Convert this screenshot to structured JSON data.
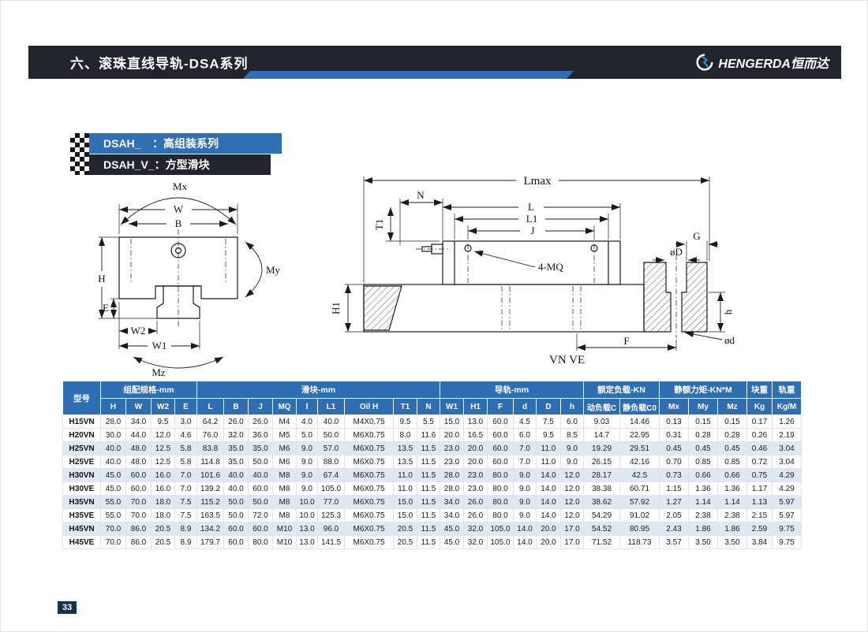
{
  "colors": {
    "accent_blue": "#2f6fb6",
    "dark_banner": "#22242c",
    "table_header_blue": "#2e6fb4",
    "row_shade": "#dfe8f3"
  },
  "header": {
    "title": "六、滚珠直线导轨-DSA系列",
    "logo": "HENGERDA恒而达"
  },
  "series": [
    {
      "code": "DSAH_",
      "desc": "：高组装系列"
    },
    {
      "code": "DSAH_V_",
      "desc": "：方型滑块"
    }
  ],
  "diagram": {
    "front": {
      "mx": "Mx",
      "w": "W",
      "b": "B",
      "h_dim": "H",
      "e": "E",
      "w2": "W2",
      "w1": "W1",
      "my": "My",
      "mz": "Mz"
    },
    "side": {
      "lmax": "Lmax",
      "n": "N",
      "t1": "T1",
      "l": "L",
      "l1": "L1",
      "j": "J",
      "mq": "4-MQ",
      "g": "G",
      "d_top": "øD",
      "h_small": "h",
      "h1": "H1",
      "d_bottom": "ød",
      "f": "F",
      "caption": "VN VE"
    }
  },
  "table": {
    "model_header": "型号",
    "groups": [
      {
        "label": "组配规格-mm",
        "cols": [
          "H",
          "W",
          "W2",
          "E"
        ]
      },
      {
        "label": "滑块-mm",
        "cols": [
          "L",
          "B",
          "J",
          "MQ",
          "l",
          "L1",
          "Oil H",
          "T1",
          "N"
        ]
      },
      {
        "label": "导轨-mm",
        "cols": [
          "W1",
          "H1",
          "F",
          "d",
          "D",
          "h"
        ]
      },
      {
        "label": "额定负载-KN",
        "cols": [
          "动负载C",
          "静负载C0"
        ]
      },
      {
        "label": "静额力矩-KN*M",
        "cols": [
          "Mx",
          "My",
          "Mz"
        ]
      },
      {
        "label": "块重",
        "cols": [
          "Kg"
        ]
      },
      {
        "label": "轨重",
        "cols": [
          "Kg/M"
        ]
      }
    ],
    "rows": [
      {
        "model": "H15VN",
        "values": [
          "28.0",
          "34.0",
          "9.5",
          "3.0",
          "64.2",
          "26.0",
          "26.0",
          "M4",
          "4.0",
          "40.0",
          "M4X0.75",
          "9.5",
          "5.5",
          "15.0",
          "13.0",
          "60.0",
          "4.5",
          "7.5",
          "6.0",
          "9.03",
          "14.46",
          "0.13",
          "0.15",
          "0.15",
          "0.17",
          "1.26"
        ]
      },
      {
        "model": "H20VN",
        "values": [
          "30.0",
          "44.0",
          "12.0",
          "4.6",
          "76.0",
          "32.0",
          "36.0",
          "M5",
          "5.0",
          "50.0",
          "M6X0.75",
          "8.0",
          "11.6",
          "20.0",
          "16.5",
          "60.0",
          "6.0",
          "9.5",
          "8.5",
          "14.7",
          "22.95",
          "0.31",
          "0.28",
          "0.28",
          "0.26",
          "2.19"
        ]
      },
      {
        "model": "H25VN",
        "values": [
          "40.0",
          "48.0",
          "12.5",
          "5.8",
          "83.8",
          "35.0",
          "35.0",
          "M6",
          "9.0",
          "57.0",
          "M6X0.75",
          "13.5",
          "11.5",
          "23.0",
          "20.0",
          "60.0",
          "7.0",
          "11.0",
          "9.0",
          "19.29",
          "29.51",
          "0.45",
          "0.45",
          "0.45",
          "0.46",
          "3.04"
        ]
      },
      {
        "model": "H25VE",
        "values": [
          "40.0",
          "48.0",
          "12.5",
          "5.8",
          "114.8",
          "35.0",
          "50.0",
          "M6",
          "9.0",
          "88.0",
          "M6X0.75",
          "13.5",
          "11.5",
          "23.0",
          "20.0",
          "60.0",
          "7.0",
          "11.0",
          "9.0",
          "26.15",
          "42.16",
          "0.70",
          "0.85",
          "0.85",
          "0.72",
          "3.04"
        ]
      },
      {
        "model": "H30VN",
        "values": [
          "45.0",
          "60.0",
          "16.0",
          "7.0",
          "101.6",
          "40.0",
          "40.0",
          "M8",
          "9.0",
          "67.4",
          "M6X0.75",
          "11.0",
          "11.5",
          "28.0",
          "23.0",
          "80.0",
          "9.0",
          "14.0",
          "12.0",
          "28.17",
          "42.5",
          "0.73",
          "0.66",
          "0.66",
          "0.75",
          "4.29"
        ]
      },
      {
        "model": "H30VE",
        "values": [
          "45.0",
          "60.0",
          "16.0",
          "7.0",
          "139.2",
          "40.0",
          "60.0",
          "M8",
          "9.0",
          "105.0",
          "M6X0.75",
          "11.0",
          "11.5",
          "28.0",
          "23.0",
          "80.0",
          "9.0",
          "14.0",
          "12.0",
          "38.38",
          "60.71",
          "1.15",
          "1.36",
          "1.36",
          "1.17",
          "4.29"
        ]
      },
      {
        "model": "H35VN",
        "values": [
          "55.0",
          "70.0",
          "18.0",
          "7.5",
          "115.2",
          "50.0",
          "50.0",
          "M8",
          "10.0",
          "77.0",
          "M6X0.75",
          "15.0",
          "11.5",
          "34.0",
          "26.0",
          "80.0",
          "9.0",
          "14.0",
          "12.0",
          "38.62",
          "57.92",
          "1.27",
          "1.14",
          "1.14",
          "1.13",
          "5.97"
        ]
      },
      {
        "model": "H35VE",
        "values": [
          "55.0",
          "70.0",
          "18.0",
          "7.5",
          "163.5",
          "50.0",
          "72.0",
          "M8",
          "10.0",
          "125.3",
          "M6X0.75",
          "15.0",
          "11.5",
          "34.0",
          "26.0",
          "80.0",
          "9.0",
          "14.0",
          "12.0",
          "54.29",
          "91.02",
          "2.05",
          "2.38",
          "2.38",
          "2.15",
          "5.97"
        ]
      },
      {
        "model": "H45VN",
        "values": [
          "70.0",
          "86.0",
          "20.5",
          "8.9",
          "134.2",
          "60.0",
          "60.0",
          "M10",
          "13.0",
          "96.0",
          "M6X0.75",
          "20.5",
          "11.5",
          "45.0",
          "32.0",
          "105.0",
          "14.0",
          "20.0",
          "17.0",
          "54.52",
          "80.95",
          "2.43",
          "1.86",
          "1.86",
          "2.59",
          "9.75"
        ]
      },
      {
        "model": "H45VE",
        "values": [
          "70.0",
          "86.0",
          "20.5",
          "8.9",
          "179.7",
          "60.0",
          "80.0",
          "M10",
          "13.0",
          "141.5",
          "M6X0.75",
          "20.5",
          "11.5",
          "45.0",
          "32.0",
          "105.0",
          "14.0",
          "20.0",
          "17.0",
          "71.52",
          "118.73",
          "3.57",
          "3.50",
          "3.50",
          "3.84",
          "9.75"
        ]
      }
    ]
  },
  "footer": {
    "page_number": "33"
  }
}
